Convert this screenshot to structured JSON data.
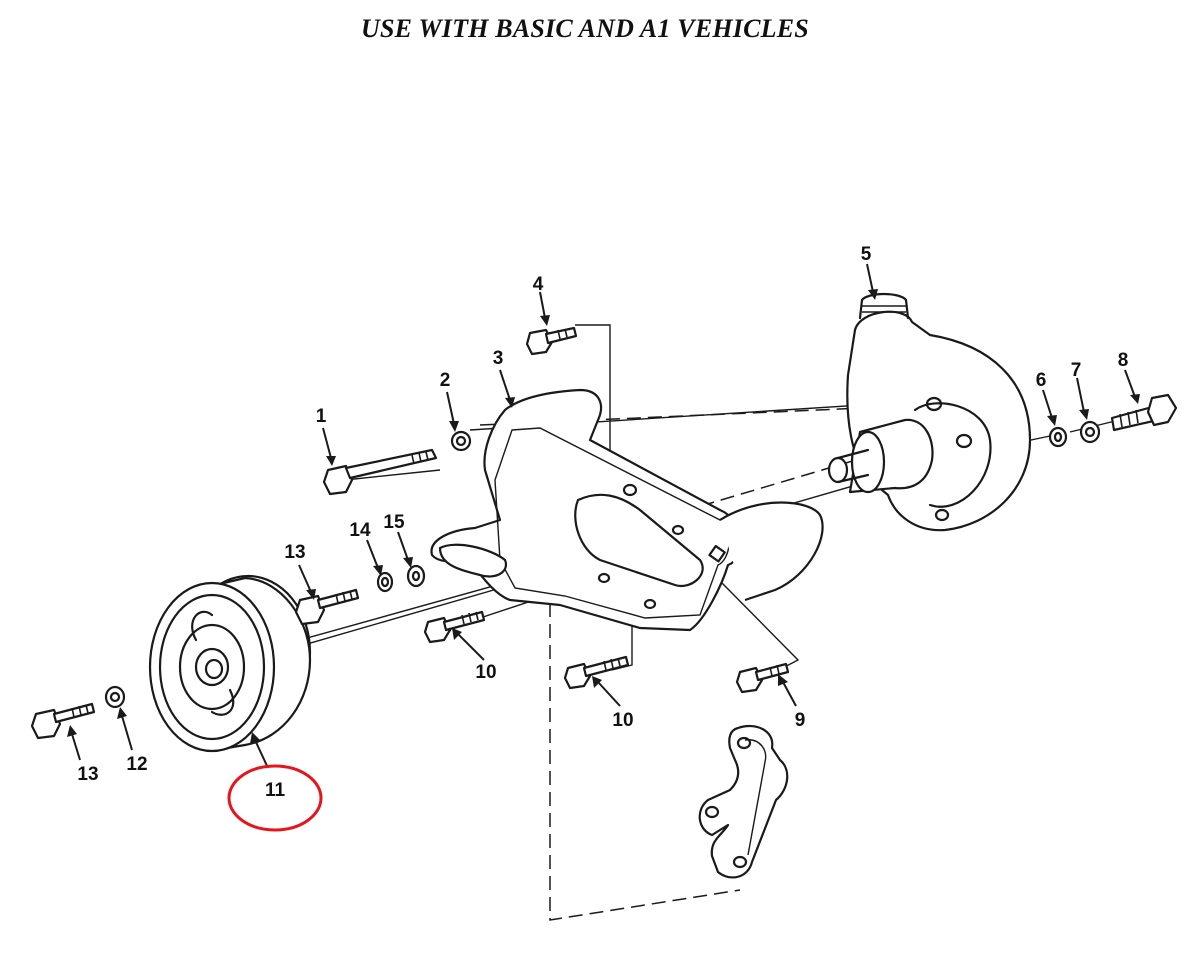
{
  "title": "USE WITH BASIC AND A1 VEHICLES",
  "callouts": {
    "c1": "1",
    "c2": "2",
    "c3": "3",
    "c4": "4",
    "c5": "5",
    "c6": "6",
    "c7": "7",
    "c8": "8",
    "c9": "9",
    "c10a": "10",
    "c10b": "10",
    "c11": "11",
    "c12": "12",
    "c13a": "13",
    "c13b": "13",
    "c14": "14",
    "c15": "15"
  },
  "highlight": {
    "callout": "11",
    "color": "#e8141b"
  }
}
